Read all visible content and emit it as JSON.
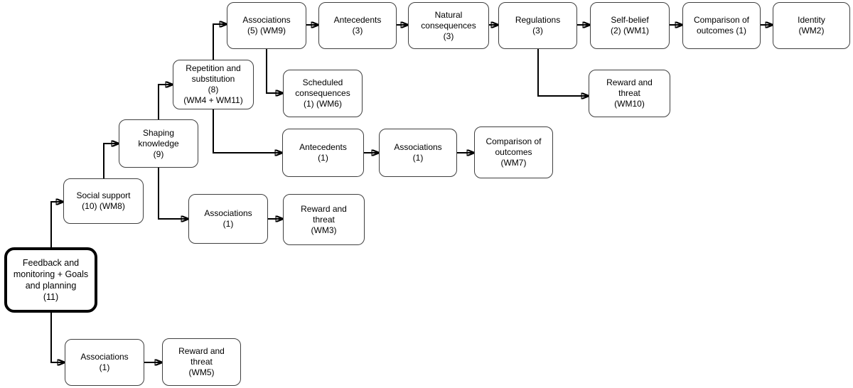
{
  "diagram": {
    "colors": {
      "background": "#ffffff",
      "box_fill": "#ffffff",
      "box_border": "#3f3f3f",
      "emphasis_border": "#000000",
      "connector": "#000000",
      "text": "#000000"
    },
    "nodes": [
      {
        "id": "associations-5-wm9",
        "label": "Associations\n(5) (WM9)"
      },
      {
        "id": "antecedents-3",
        "label": "Antecedents\n(3)"
      },
      {
        "id": "natural-consequences-3",
        "label": "Natural\nconsequences\n(3)"
      },
      {
        "id": "regulations-3",
        "label": "Regulations\n(3)"
      },
      {
        "id": "self-belief-2-wm1",
        "label": "Self-belief\n(2) (WM1)"
      },
      {
        "id": "comparison-of-outcomes-1",
        "label": "Comparison of\noutcomes (1)"
      },
      {
        "id": "identity-wm2",
        "label": "Identity\n(WM2)"
      },
      {
        "id": "repetition-and-substitution-8-wm4-wm11",
        "label": "Repetition and\nsubstitution\n(8)\n(WM4 + WM11)"
      },
      {
        "id": "scheduled-consequences-1-wm6",
        "label": "Scheduled\nconsequences\n(1) (WM6)"
      },
      {
        "id": "reward-and-threat-wm10",
        "label": "Reward and\nthreat\n(WM10)"
      },
      {
        "id": "shaping-knowledge-9",
        "label": "Shaping\nknowledge\n(9)"
      },
      {
        "id": "antecedents-1",
        "label": "Antecedents\n(1)"
      },
      {
        "id": "associations-1-mid",
        "label": "Associations\n(1)"
      },
      {
        "id": "comparison-of-outcomes-wm7",
        "label": "Comparison of\noutcomes\n(WM7)"
      },
      {
        "id": "social-support-10-wm8",
        "label": "Social support\n(10) (WM8)"
      },
      {
        "id": "associations-1-wm3-row",
        "label": "Associations\n(1)"
      },
      {
        "id": "reward-and-threat-wm3",
        "label": "Reward and\nthreat\n(WM3)"
      },
      {
        "id": "feedback-and-monitoring-goals-and-planning-11",
        "label": "Feedback and\nmonitoring + Goals\nand planning\n(11)"
      },
      {
        "id": "associations-1-bottom",
        "label": "Associations\n(1)"
      },
      {
        "id": "reward-and-threat-wm5",
        "label": "Reward and\nthreat\n(WM5)"
      }
    ]
  }
}
